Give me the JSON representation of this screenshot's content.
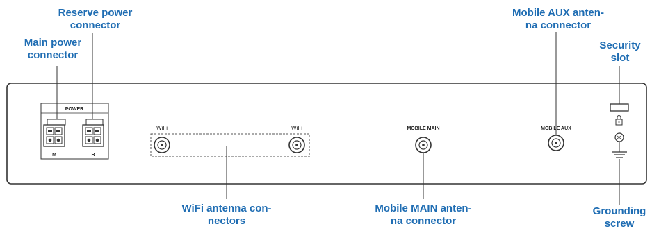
{
  "callouts": {
    "reserve_power": [
      "Reserve power",
      "connector"
    ],
    "main_power": [
      "Main power",
      "connector"
    ],
    "mobile_aux": [
      "Mobile AUX anten-",
      "na connector"
    ],
    "security_slot": [
      "Security",
      "slot"
    ],
    "wifi_antenna": [
      "WiFi antenna con-",
      "nectors"
    ],
    "mobile_main": [
      "Mobile MAIN anten-",
      "na connector"
    ],
    "grounding": [
      "Grounding",
      "screw"
    ]
  },
  "panel_labels": {
    "power": "POWER",
    "port_m": "M",
    "port_r": "R",
    "wifi_left": "WiFi",
    "wifi_right": "WiFi",
    "mobile_main": "MOBILE MAIN",
    "mobile_aux": "MOBILE AUX"
  },
  "colors": {
    "callout_text": "#1f6db3",
    "outline": "#333333"
  }
}
